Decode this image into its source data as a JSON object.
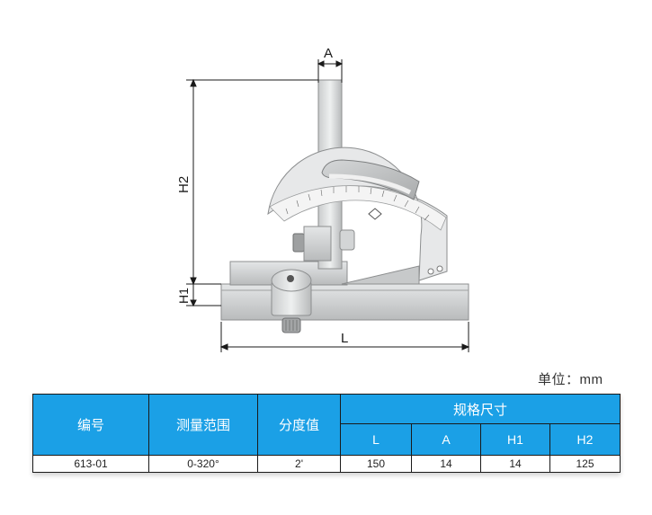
{
  "drawing": {
    "dim_A": "A",
    "dim_H2": "H2",
    "dim_H1": "H1",
    "dim_L": "L"
  },
  "unit_label": "单位：mm",
  "table": {
    "headers": [
      "编号",
      "测量范围",
      "分度值"
    ],
    "group_header": "规格尺寸",
    "sub_headers": [
      "L",
      "A",
      "H1",
      "H2"
    ],
    "row": [
      "613-01",
      "0-320°",
      "2'",
      "150",
      "14",
      "14",
      "125"
    ]
  }
}
